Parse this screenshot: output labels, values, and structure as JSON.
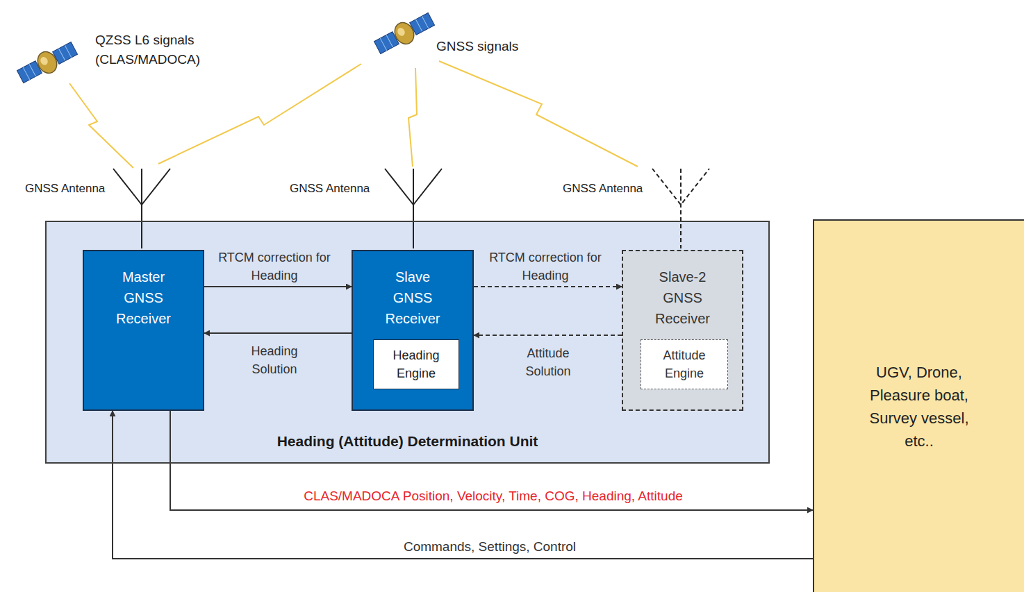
{
  "diagram": {
    "nodes": [
      {
        "text": [
          "Heading (Attitude) Determination Unit"
        ]
      },
      {
        "text": [
          "Master GNSS Receiver"
        ],
        "in": 0
      },
      {
        "text": [
          "Slave GNSS Receiver"
        ],
        "in": 0
      },
      {
        "text": [
          "Heading Engine"
        ],
        "in": 2
      },
      {
        "text": [
          "Slave-2 GNSS Receiver"
        ],
        "in": 0
      },
      {
        "text": [
          "Attitude Engine"
        ],
        "in": 4
      },
      {
        "text": [
          "UGV, Drone, Pleasure boat, Survey vessel, etc.."
        ]
      }
    ],
    "edges": [
      {
        "from": 1,
        "to": 2,
        "label": "RTCM correction for Heading",
        "arrow": "to"
      },
      {
        "from": 2,
        "to": 1,
        "label": "Heading Solution",
        "arrow": "to"
      },
      {
        "from": 2,
        "to": 4,
        "label": "RTCM correction for Heading",
        "arrow": "to"
      },
      {
        "from": 4,
        "to": 2,
        "label": "Attitude Solution",
        "arrow": "to"
      },
      {
        "from": 1,
        "to": 6,
        "label": "CLAS/MADOCA Position, Velocity, Time, COG, Heading, Attitude",
        "arrow": "to"
      },
      {
        "from": 6,
        "to": 1,
        "label": "Commands, Settings, Control",
        "arrow": "to"
      }
    ],
    "labels": [
      "QZSS L6 signals (CLAS/MADOCA)",
      "GNSS signals",
      "GNSS Antenna",
      "GNSS Antenna",
      "GNSS Antenna"
    ]
  }
}
